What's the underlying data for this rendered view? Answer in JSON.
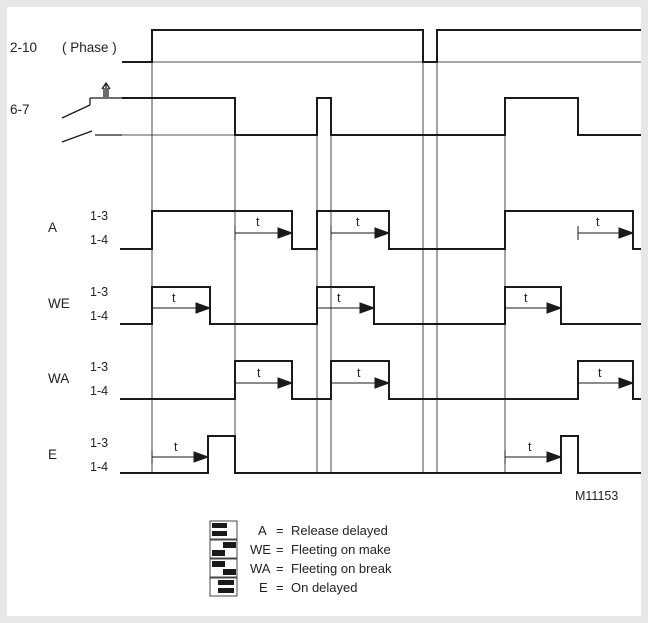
{
  "phase_row": {
    "terminal": "2-10",
    "name": "( Phase )"
  },
  "contact_row": {
    "terminal": "6-7"
  },
  "rows": [
    {
      "code": "A",
      "top": "1-3",
      "bottom": "1-4"
    },
    {
      "code": "WE",
      "top": "1-3",
      "bottom": "1-4"
    },
    {
      "code": "WA",
      "top": "1-3",
      "bottom": "1-4"
    },
    {
      "code": "E",
      "top": "1-3",
      "bottom": "1-4"
    }
  ],
  "t_label": "t",
  "figure_id": "M11153",
  "legend": [
    {
      "code": "A",
      "sep": "=",
      "text": "Release delayed"
    },
    {
      "code": "WE",
      "sep": "=",
      "text": "Fleeting on make"
    },
    {
      "code": "WA",
      "sep": "=",
      "text": "Fleeting on break"
    },
    {
      "code": "E",
      "sep": "=",
      "text": "On delayed"
    }
  ],
  "colors": {
    "frame": "#e7e7e7",
    "line": "#1a1a1a",
    "text": "#222222"
  }
}
